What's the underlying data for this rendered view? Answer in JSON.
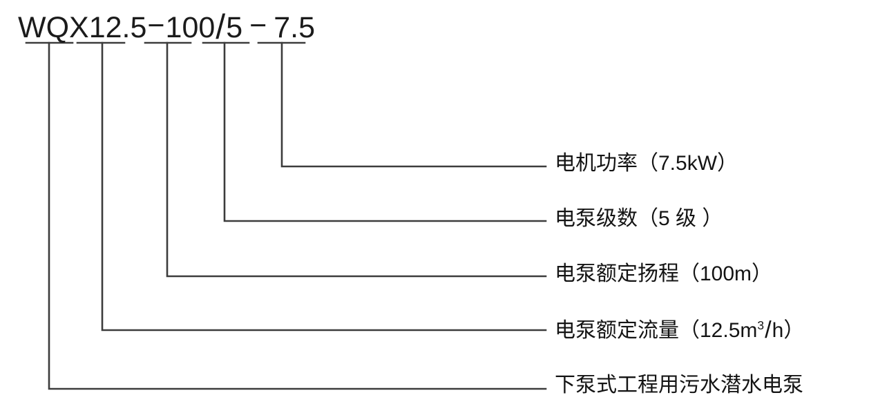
{
  "diagram": {
    "title": "WQX12.5-100/5-7.5 pump model designation breakdown",
    "line_color": "#3c3c3c",
    "text_color": "#141414",
    "background": "#ffffff",
    "model_code": {
      "full": "WQX12.5−100/5 − 7.5",
      "segments": [
        {
          "id": "series",
          "text": "WQX"
        },
        {
          "id": "flow",
          "text": "12.5"
        },
        {
          "id": "head",
          "text": "100"
        },
        {
          "id": "stages",
          "text": "5"
        },
        {
          "id": "power",
          "text": "7.5"
        }
      ],
      "separator_dash": "−",
      "separator_slash": "/"
    },
    "callouts": [
      {
        "id": "motor-power",
        "label": "电机功率（7.5kW）",
        "prefix": "电机功率",
        "open": "（",
        "value": "7.5kW",
        "close": "）"
      },
      {
        "id": "pump-stages",
        "label": "电泵级数（5级）",
        "prefix": "电泵级数",
        "open": "（",
        "value": "5 级 ",
        "close": "）"
      },
      {
        "id": "rated-head",
        "label": "电泵额定扬程（100m）",
        "prefix": "电泵额定扬程",
        "open": "（",
        "value": "100m",
        "close": "）"
      },
      {
        "id": "rated-flow",
        "label": "电泵额定流量（12.5m³/h）",
        "prefix": "电泵额定流量",
        "open": "（",
        "value_number": "12.5m",
        "value_sup": "3",
        "value_slash": "/",
        "value_unit": "h",
        "close": "）"
      },
      {
        "id": "pump-name",
        "label": "下泵式工程用污水潜水电泵"
      }
    ]
  }
}
